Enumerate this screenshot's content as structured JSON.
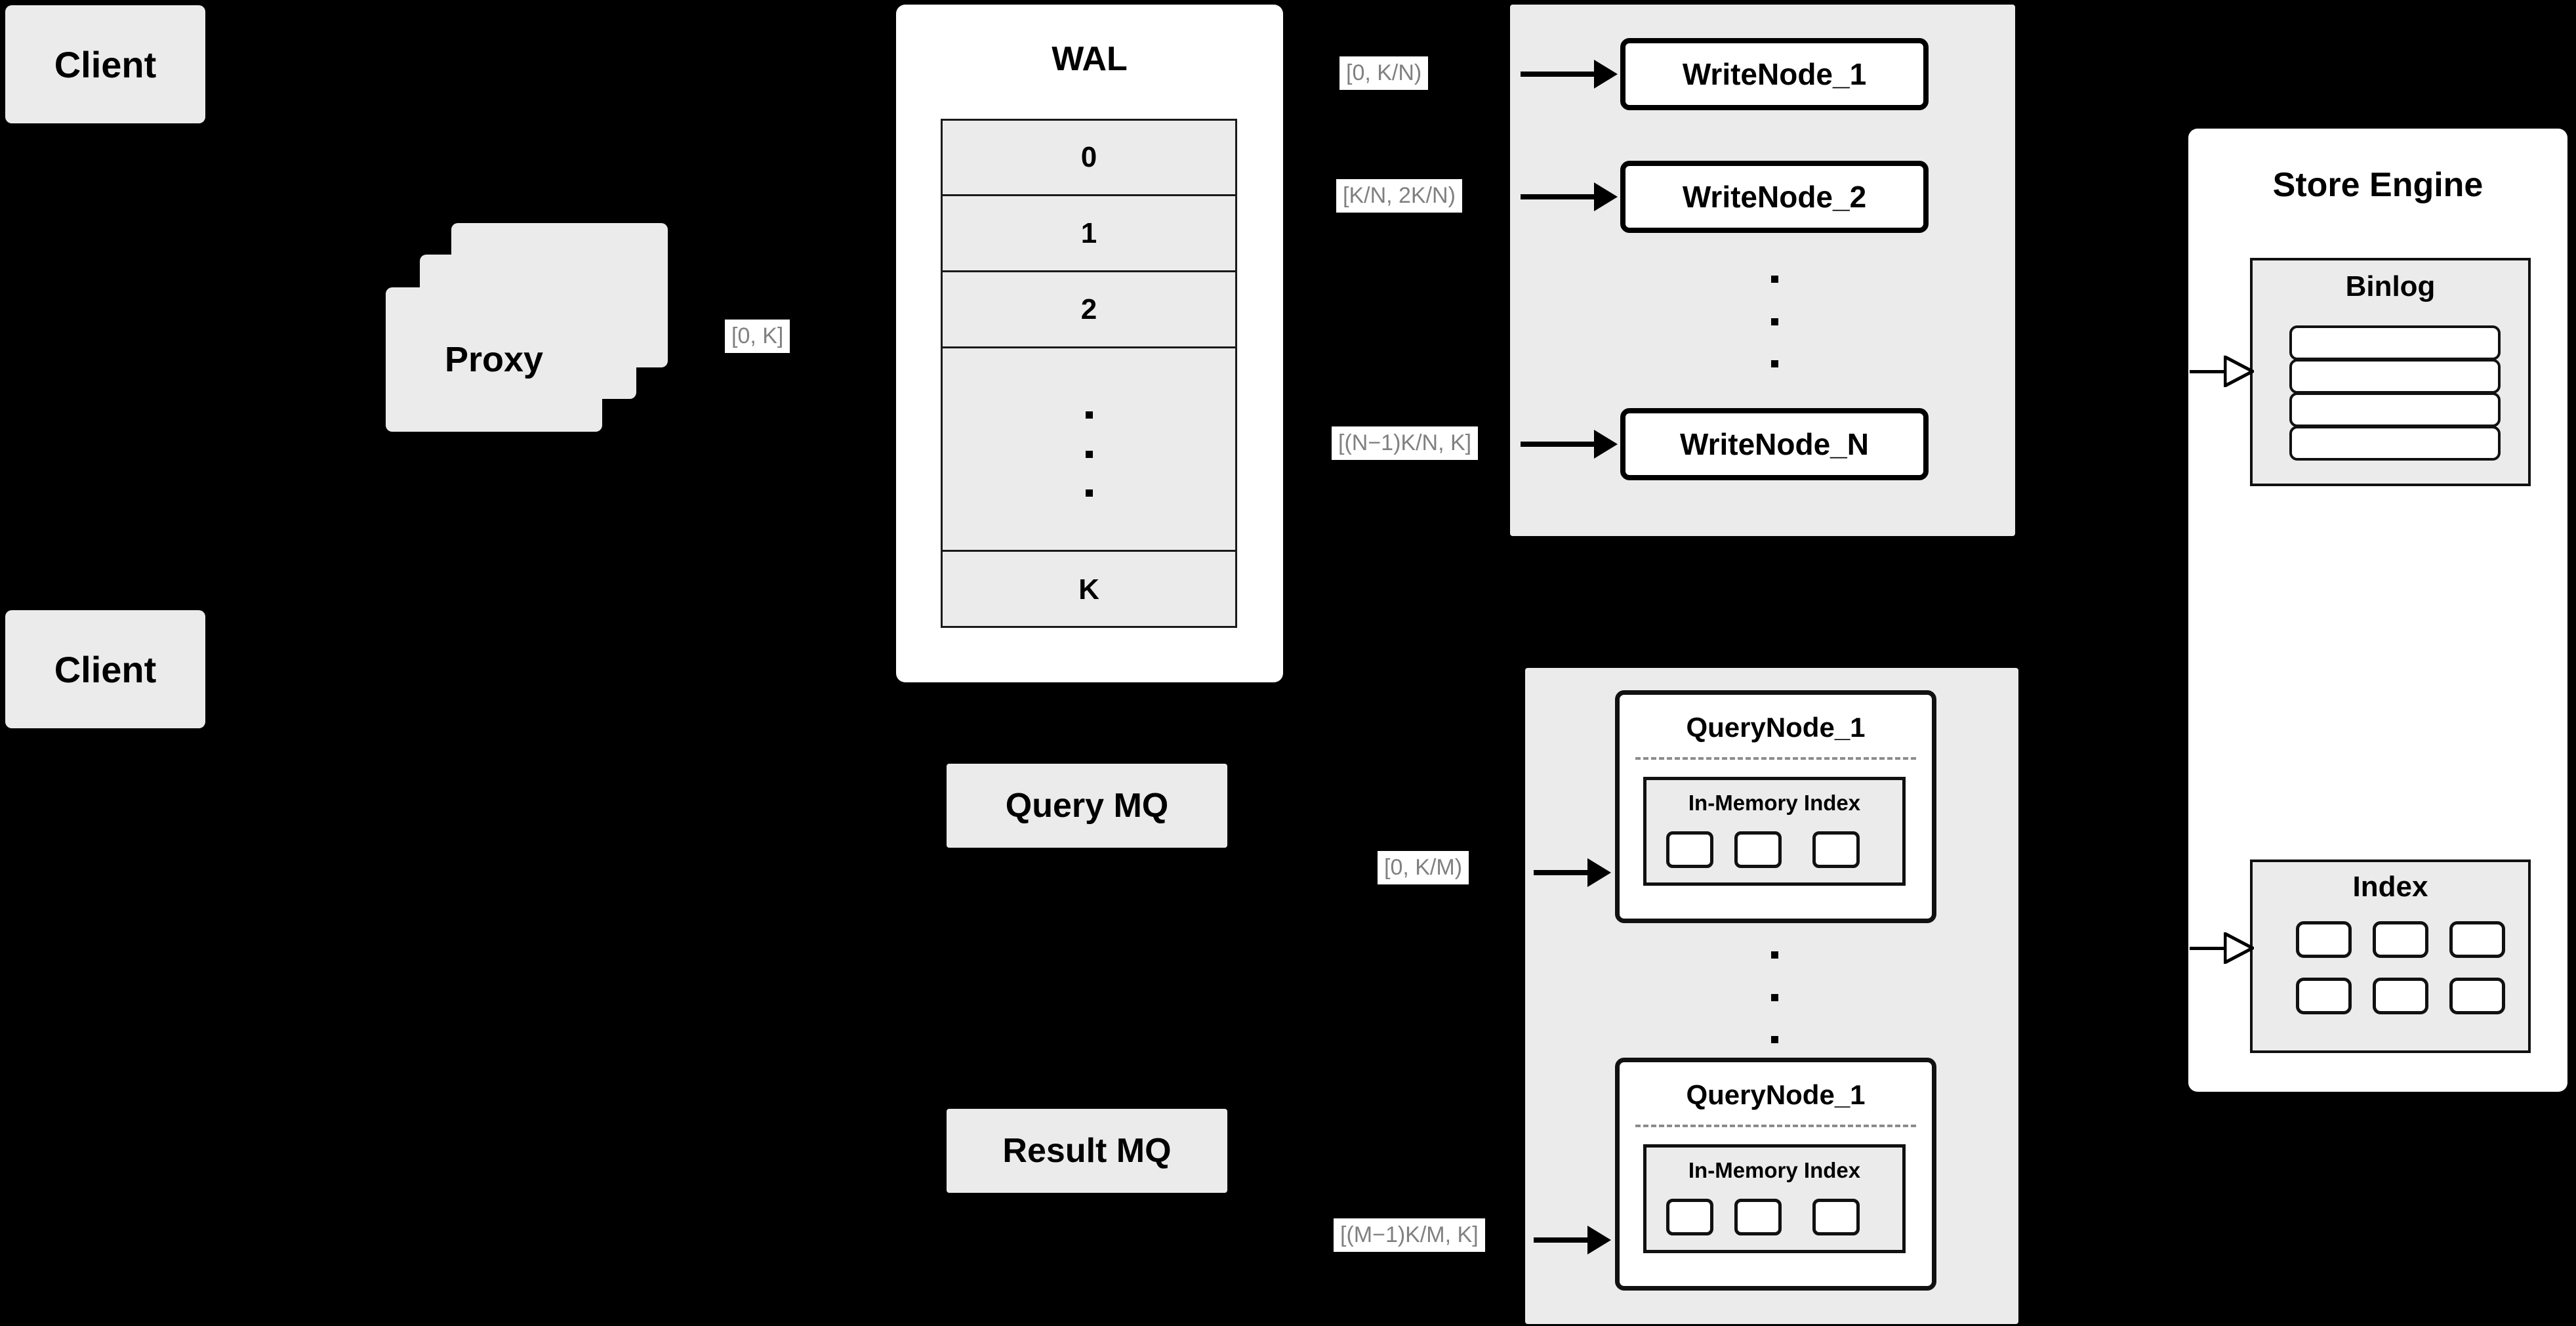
{
  "diagram": {
    "title": "Distributed vector database write / query architecture",
    "colors": {
      "background": "#000000",
      "card_fill": "#ebebeb",
      "panel_fill": "#ffffff",
      "stroke": "#111111",
      "label_text": "#808080"
    }
  },
  "clients": [
    {
      "label": "Client"
    },
    {
      "label": "Client"
    }
  ],
  "proxy": {
    "label": "Proxy",
    "stack_count": 3,
    "range_label": "[0, K]"
  },
  "wal": {
    "title": "WAL",
    "rows": [
      {
        "label": "0"
      },
      {
        "label": "1"
      },
      {
        "label": "2"
      },
      {
        "label": "",
        "ellipsis": true
      },
      {
        "label": "K"
      }
    ]
  },
  "write_cluster": {
    "nodes": [
      {
        "label": "WriteNode_1",
        "range_label": "[0,  K/N)"
      },
      {
        "label": "WriteNode_2",
        "range_label": "[K/N, 2K/N)"
      },
      {
        "label": "WriteNode_N",
        "range_label": "[(N−1)K/N,  K]"
      }
    ],
    "ellipsis_between": true
  },
  "query_cluster": {
    "nodes": [
      {
        "label": "QueryNode_1",
        "range_label": "[0, K/M)",
        "inner": {
          "title": "In-Memory Index",
          "cell_count": 3
        }
      },
      {
        "label": "QueryNode_1",
        "range_label": "[(M−1)K/M, K]",
        "inner": {
          "title": "In-Memory Index",
          "cell_count": 3
        }
      }
    ],
    "ellipsis_between": true
  },
  "message_queues": [
    {
      "label": "Query MQ"
    },
    {
      "label": "Result MQ"
    }
  ],
  "store_engine": {
    "title": "Store Engine",
    "binlog": {
      "title": "Binlog",
      "row_count": 4
    },
    "index": {
      "title": "Index",
      "rows": 2,
      "cols": 3
    }
  }
}
